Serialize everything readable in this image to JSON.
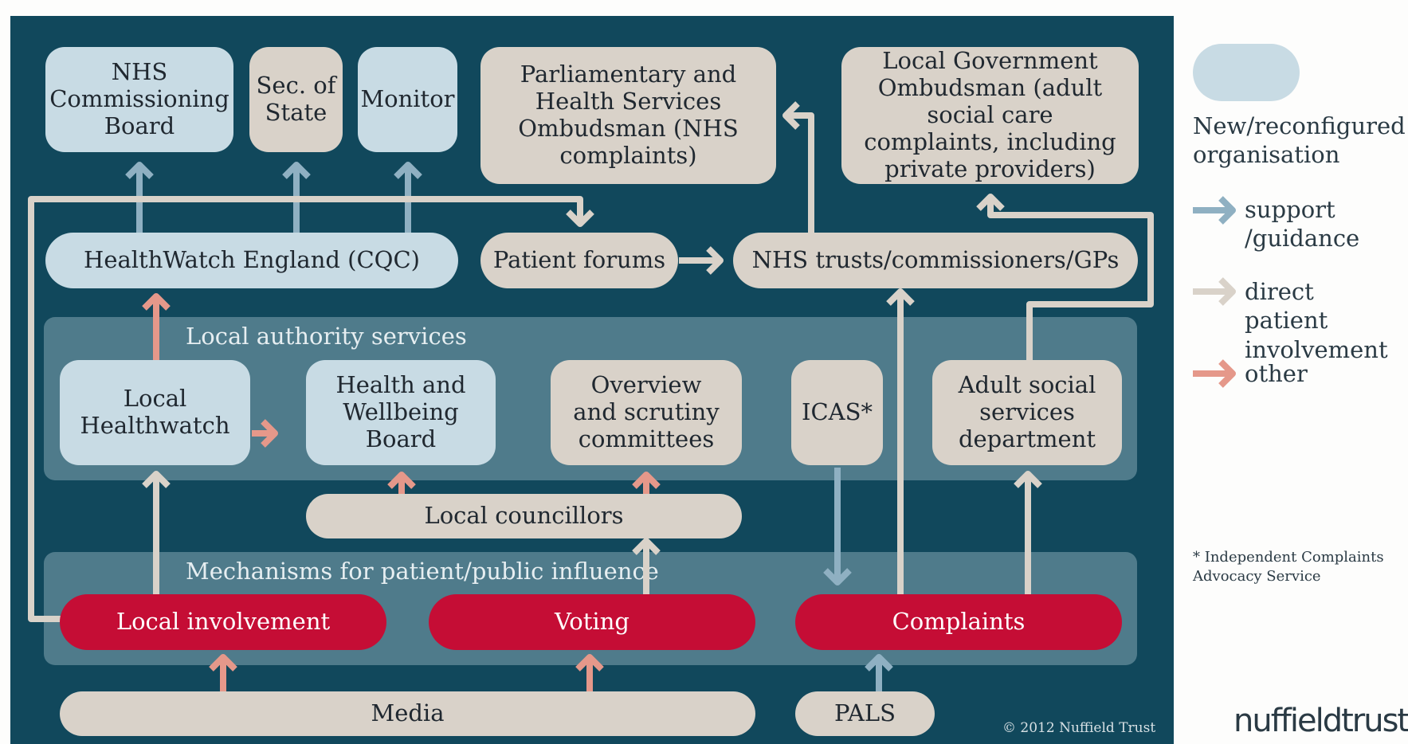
{
  "boxes": {
    "nhs_board": "NHS Commissioning Board",
    "sec_state": "Sec. of State",
    "monitor": "Monitor",
    "phso": "Parliamentary and Health Services Ombudsman (NHS complaints)",
    "lgo": "Local Government Ombudsman (adult social care complaints, including private providers)",
    "healthwatch_england": "HealthWatch England (CQC)",
    "patient_forums": "Patient forums",
    "nhs_trusts": "NHS trusts/commissioners/GPs",
    "local_healthwatch": "Local Healthwatch",
    "hwb": "Health and Wellbeing Board",
    "overview": "Overview and scrutiny committees",
    "icas": "ICAS*",
    "adult_social": "Adult social services department",
    "local_councillors": "Local councillors",
    "local_involvement": "Local involvement",
    "voting": "Voting",
    "complaints": "Complaints",
    "media": "Media",
    "pals": "PALS"
  },
  "bands": {
    "local_authority": "Local authority services",
    "mechanisms": "Mechanisms for patient/public influence"
  },
  "legend": {
    "new_org": "New/reconfigured organisation",
    "support": "support /guidance",
    "direct": "direct patient involvement",
    "other": "other"
  },
  "colors": {
    "background_panel": "#11485c",
    "band": "#4f7b8b",
    "new_org": "#c8dbe4",
    "existing_org": "#d9d2c9",
    "mechanism": "#c50d35",
    "arrow_support": "#8fb0c2",
    "arrow_direct": "#d9d2c9",
    "arrow_other": "#e5988a"
  },
  "footnote": "* Independent Complaints Advocacy Service",
  "copyright": "© 2012 Nuffield Trust",
  "brand": "nuffieldtrust"
}
